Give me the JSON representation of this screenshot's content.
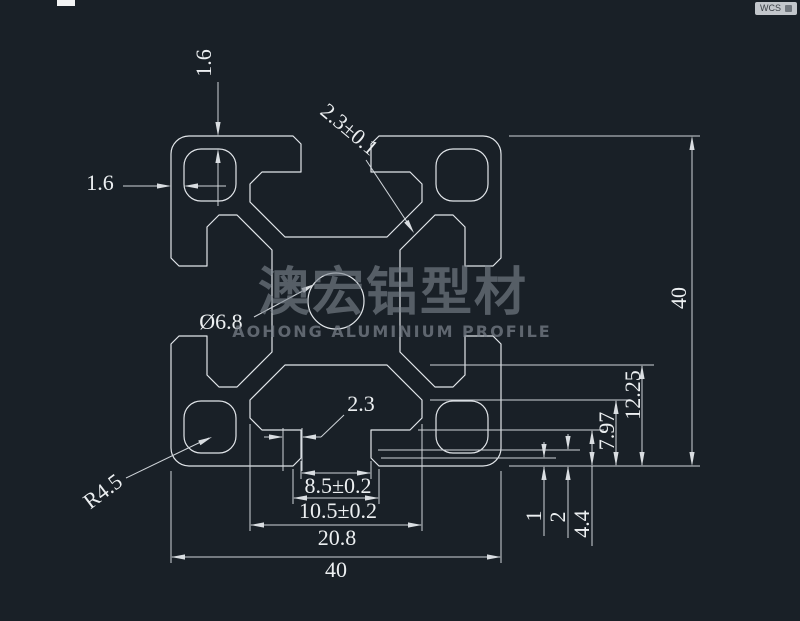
{
  "app": {
    "wcs_label": "WCS"
  },
  "watermark": {
    "cjk": "澳宏铝型材",
    "latin": "AOHONG ALUMINIUM PROFILE"
  },
  "dimensions": {
    "wall_top": "1.6",
    "wall_left": "1.6",
    "web_thickness": "2.3±0.1",
    "overall_height": "40",
    "center_hole_dia": "Ø6.8",
    "lip_thickness": "2.3",
    "slot_opening": "8.5±0.2",
    "slot_mouth": "10.5±0.2",
    "slot_inner_width": "20.8",
    "overall_width": "40",
    "depth_1": "1",
    "depth_2": "2",
    "depth_4_4": "4.4",
    "depth_7_97": "7.97",
    "depth_12_25": "12.25",
    "corner_radius": "R4.5"
  },
  "colors": {
    "background": "#192027",
    "line": "#d9dde1",
    "text": "#eceff1",
    "watermark": "#7d858e"
  }
}
